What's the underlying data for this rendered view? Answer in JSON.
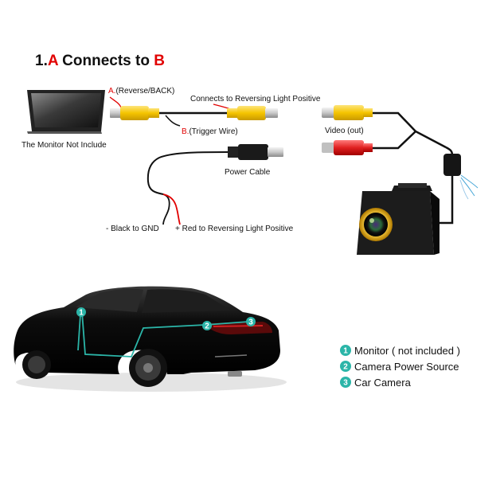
{
  "title": {
    "prefix": "1.",
    "a": "A",
    "middle": " Connects to ",
    "b": "B"
  },
  "labels": {
    "a_marker": "A.",
    "a_text": "(Reverse/BACK)",
    "b_marker": "B.",
    "b_text": "(Trigger Wire)",
    "reversing": "Connects to Reversing Light Positive",
    "video": "Video (out)",
    "monitor": "The Monitor Not Include",
    "power": "Power Cable",
    "gnd": "- Black to GND",
    "red_positive": "+ Red to Reversing Light Positive"
  },
  "car_markers": [
    "1",
    "2",
    "3"
  ],
  "legend": [
    {
      "num": "1",
      "text": "Monitor ( not included )"
    },
    {
      "num": "2",
      "text": "Camera Power Source"
    },
    {
      "num": "3",
      "text": "Car Camera"
    }
  ],
  "colors": {
    "accent_red": "#e10000",
    "teal": "#2bb5a8",
    "rca_yellow": "#f5c400",
    "rca_red": "#e02020"
  }
}
